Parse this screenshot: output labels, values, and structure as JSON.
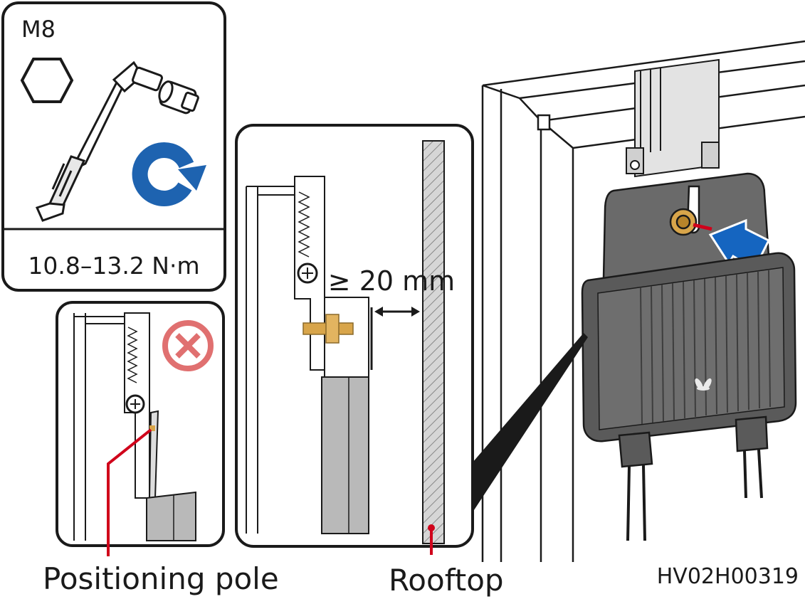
{
  "tool_panel": {
    "bolt_size": "M8",
    "torque": "10.8–13.2 N·m",
    "icons": [
      "hex-nut-icon",
      "torque-wrench-icon",
      "socket-icon",
      "tighten-clockwise-icon"
    ]
  },
  "wrong_panel": {
    "status_icon": "prohibited-icon"
  },
  "clearance_panel": {
    "clearance": "≥ 20 mm"
  },
  "callouts": {
    "positioning_pole": "Positioning pole",
    "rooftop": "Rooftop"
  },
  "figure_code": "HV02H00319",
  "colors": {
    "outline": "#1a1a1a",
    "callout_red": "#d0021b",
    "arrow_blue": "#1565c0",
    "rotate_blue": "#1e63b0",
    "prohibited_red": "#e07070",
    "device_gray": "#5a5a5a",
    "bracket_gray": "#b9b9b9",
    "bolt_gold": "#d8a54a"
  }
}
